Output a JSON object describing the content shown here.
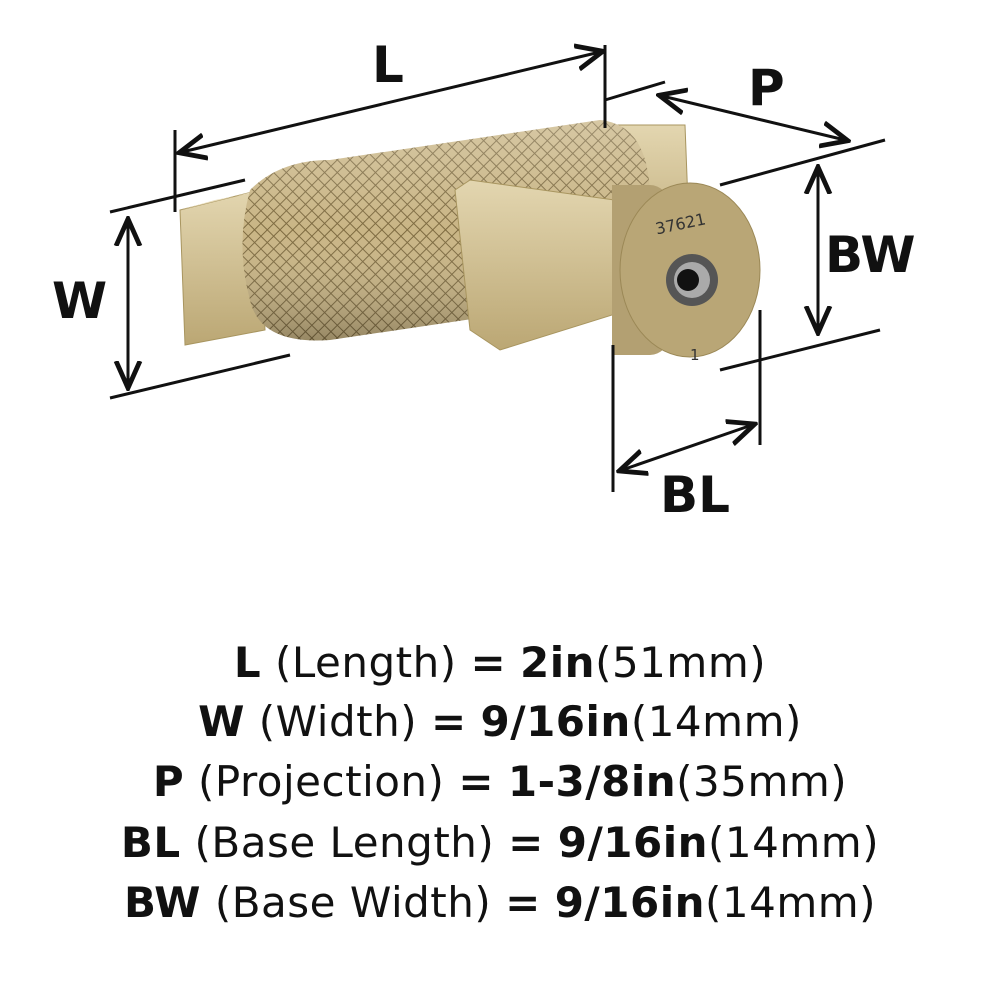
{
  "colors": {
    "brass": "#c8b688",
    "brass_dark": "#8f7c50",
    "line": "#111111"
  },
  "product": {
    "part_number": "37621",
    "base_mark": "1"
  },
  "dimension_labels": {
    "L": "L",
    "P": "P",
    "W": "W",
    "BW": "BW",
    "BL": "BL"
  },
  "specs": [
    {
      "code": "L",
      "name": "(Length)",
      "eq": "=",
      "imperial": "2in",
      "metric": "(51mm)"
    },
    {
      "code": "W",
      "name": "(Width)",
      "eq": "=",
      "imperial": "9/16in",
      "metric": "(14mm)"
    },
    {
      "code": "P",
      "name": "(Projection)",
      "eq": "=",
      "imperial": "1-3/8in",
      "metric": "(35mm)"
    },
    {
      "code": "BL",
      "name": "(Base Length)",
      "eq": "=",
      "imperial": "9/16in",
      "metric": "(14mm)"
    },
    {
      "code": "BW",
      "name": "(Base Width)",
      "eq": "=",
      "imperial": "9/16in",
      "metric": "(14mm)"
    }
  ]
}
